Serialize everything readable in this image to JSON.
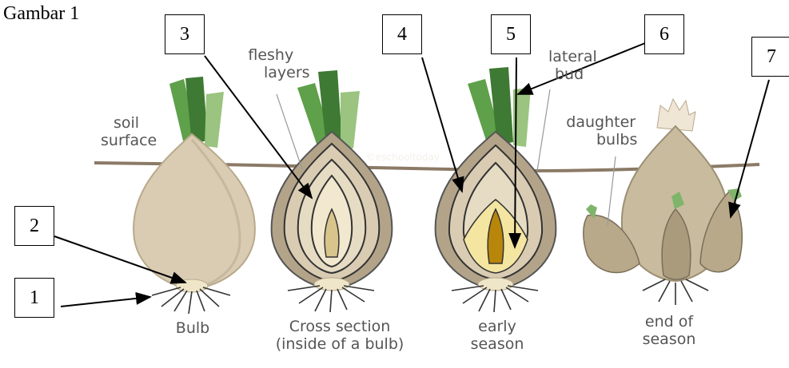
{
  "figure": {
    "title": "Gambar 1",
    "watermark": "©eschooltoday"
  },
  "callouts": [
    {
      "id": "1",
      "label": "1"
    },
    {
      "id": "2",
      "label": "2"
    },
    {
      "id": "3",
      "label": "3"
    },
    {
      "id": "4",
      "label": "4"
    },
    {
      "id": "5",
      "label": "5"
    },
    {
      "id": "6",
      "label": "6"
    },
    {
      "id": "7",
      "label": "7"
    }
  ],
  "annotations": {
    "soil_surface": [
      "soil",
      "surface"
    ],
    "fleshy_layers": [
      "fleshy",
      "layers"
    ],
    "lateral_bud": [
      "lateral",
      "bud"
    ],
    "daughter_bulbs": [
      "daughter",
      "bulbs"
    ]
  },
  "captions": {
    "bulb": [
      "Bulb"
    ],
    "cross_section": [
      "Cross section",
      "(inside of a bulb)"
    ],
    "early_season": [
      "early",
      "season"
    ],
    "end_of_season": [
      "end of",
      "season"
    ]
  },
  "colors": {
    "soil_line": "#8b7a66",
    "bulb_skin": "#d9ccb3",
    "bulb_shadow": "#b9a98c",
    "leaf_green": "#5fa04a",
    "leaf_dark": "#3e7a33",
    "leaf_light": "#9ac47f",
    "flesh_inner": "#f1e8cf",
    "bud_brown": "#b8860b",
    "bud_yellow": "#f4e6a1",
    "daughter_skin": "#b7a98a"
  }
}
